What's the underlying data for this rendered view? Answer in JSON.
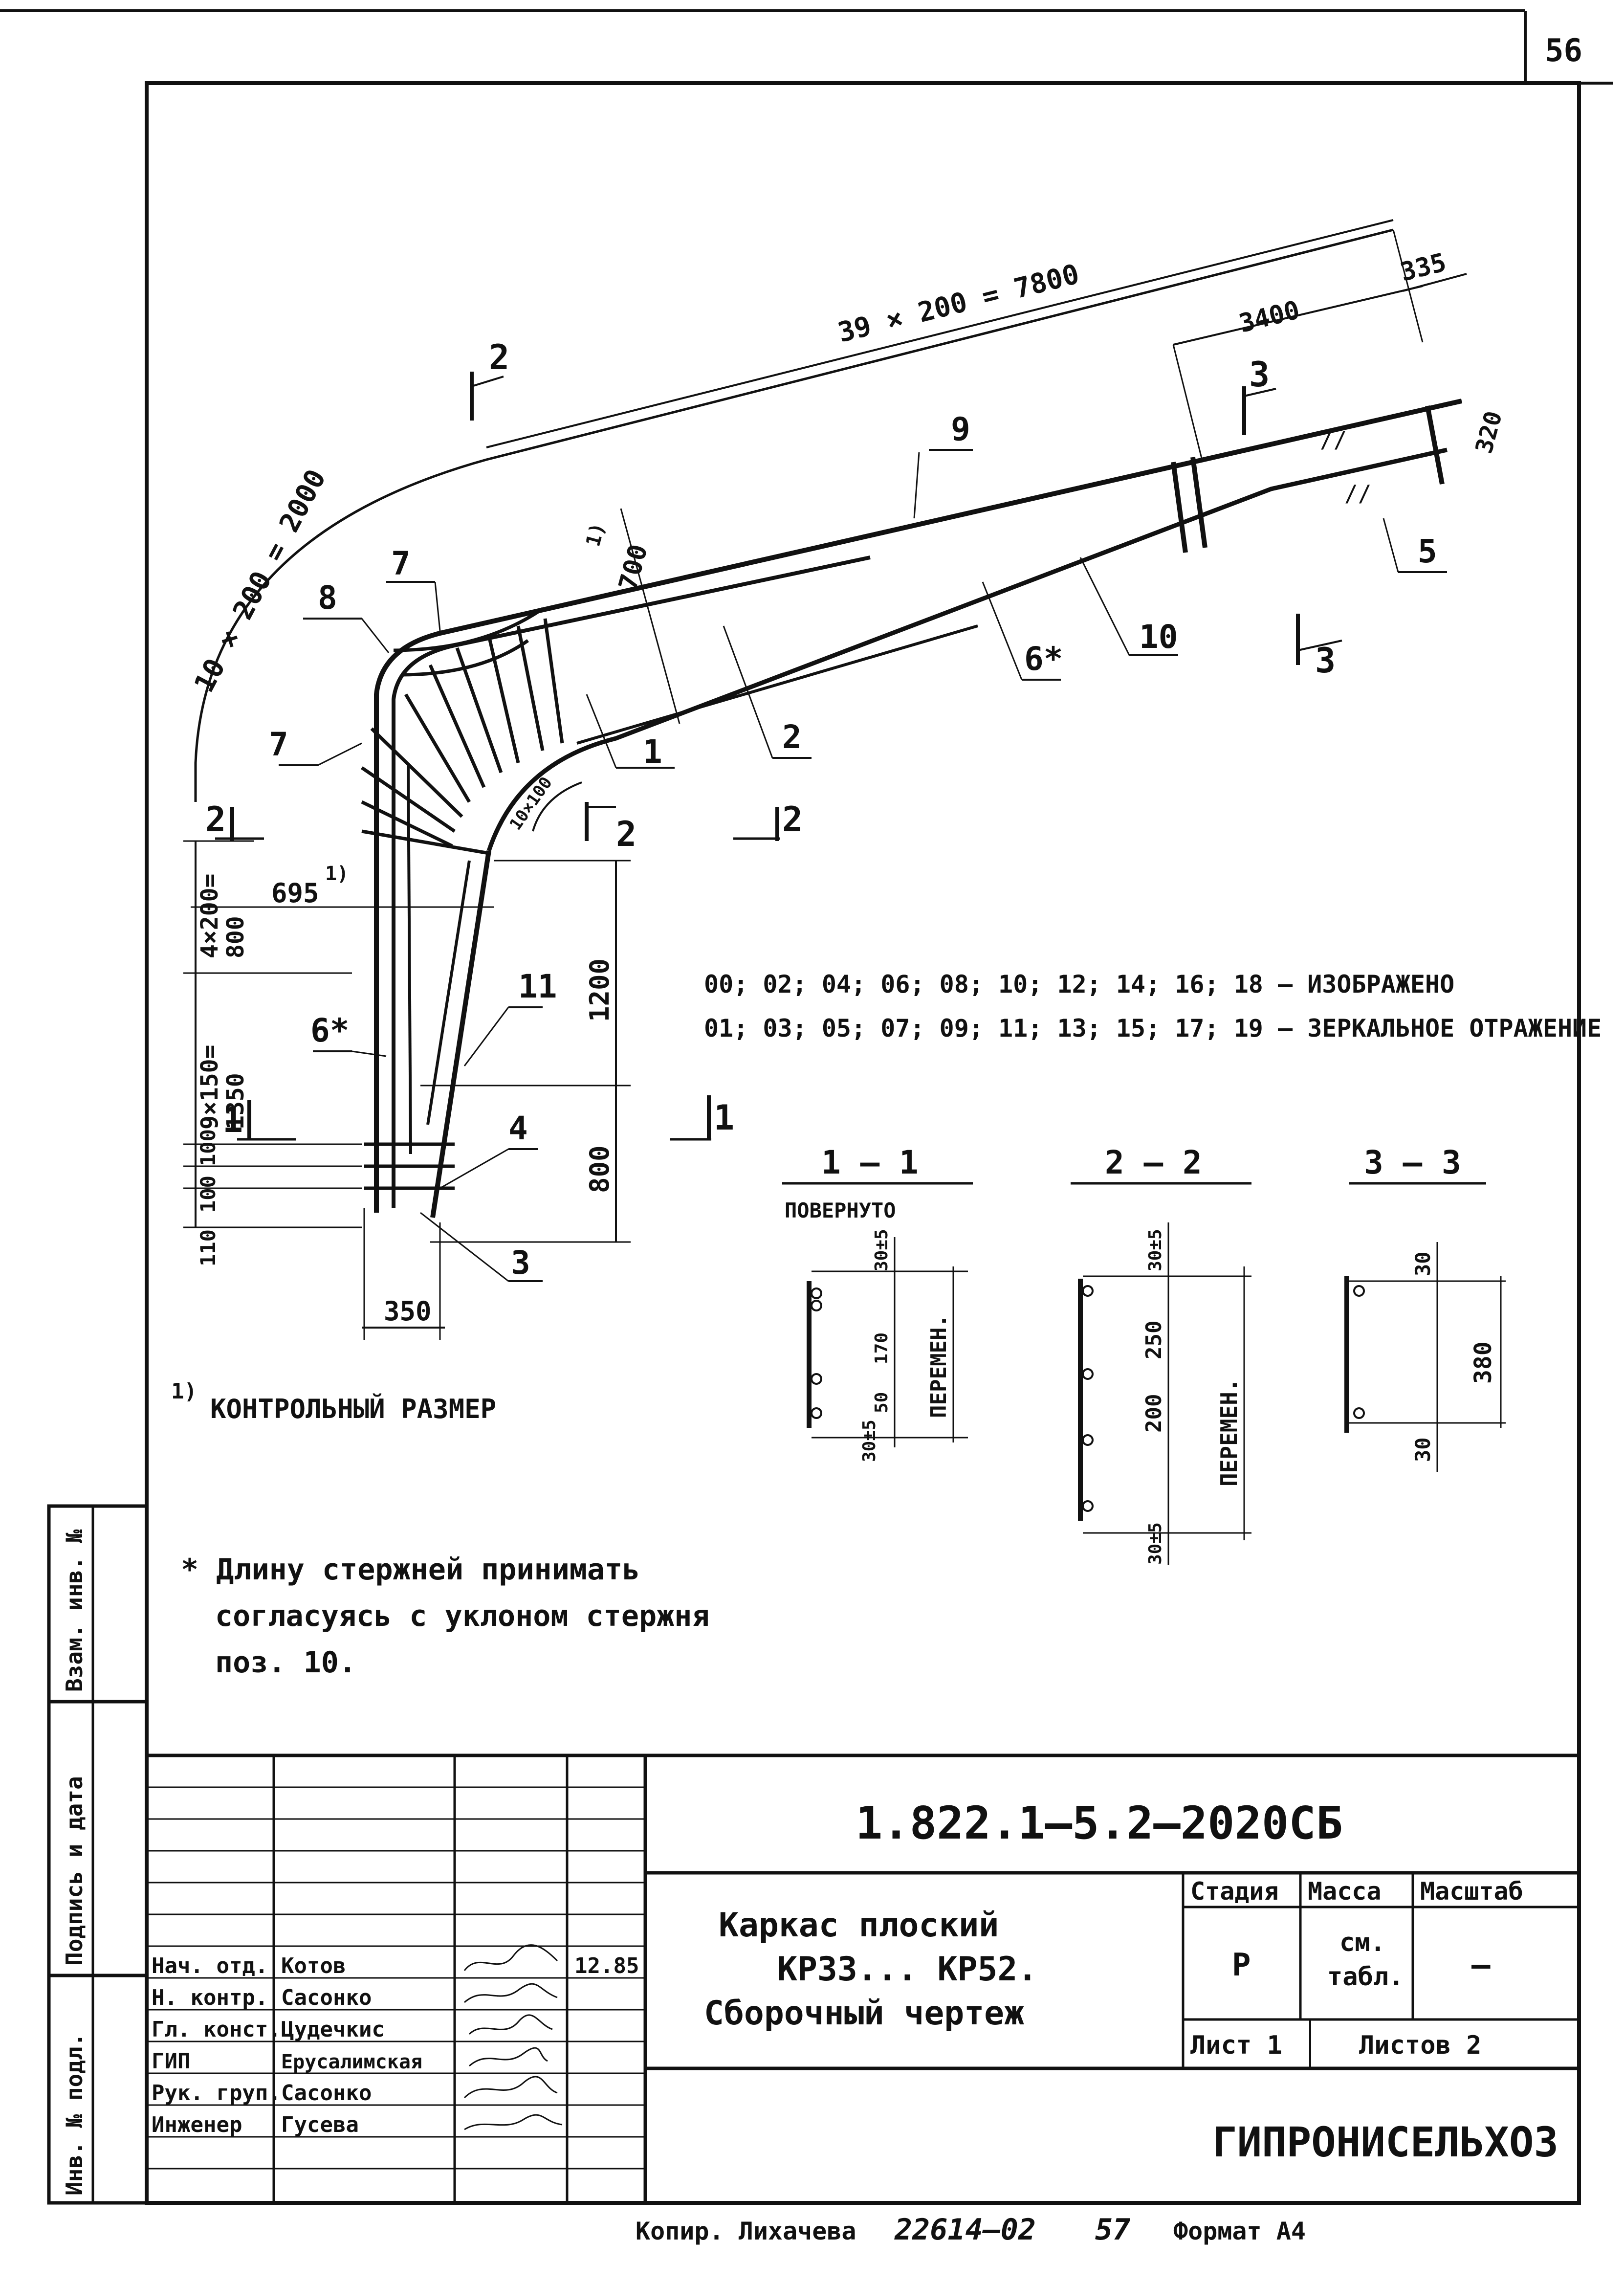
{
  "sheet_number": "56",
  "dimensions": {
    "top_run": "39 × 200 = 7800",
    "end_segment": "3400",
    "end_gap": "335",
    "bend_arc": "10 × 200 = 2000",
    "depth_control": "700",
    "depth_control_note": "1)",
    "end_depth": "320",
    "inner_arc": "10×100",
    "vertical_800": "4×200=\n800",
    "vertical_1350": "9×150=\n1350",
    "spacing_100": "100",
    "spacing_100b": "100",
    "spacing_110": "110",
    "control_695": "695",
    "control_695_note": "1)",
    "right_1200": "1200",
    "right_800": "800",
    "bottom_350": "350"
  },
  "positions": {
    "p1": "1",
    "p2": "2",
    "p3": "3",
    "p4": "4",
    "p5": "5",
    "p6a": "6*",
    "p6b": "6*",
    "p7a": "7",
    "p7b": "7",
    "p8": "8",
    "p9": "9",
    "p10": "10",
    "p11": "11"
  },
  "section_marks": {
    "s1": "1",
    "s2": "2",
    "s3": "3"
  },
  "variants": {
    "shown": "00; 02; 04; 06; 08; 10; 12; 14; 16; 18 – ИЗОБРАЖЕНО",
    "mirrored": "01; 03; 05; 07; 09; 11; 13; 15; 17; 19 – ЗЕРКАЛЬНОЕ ОТРАЖЕНИЕ"
  },
  "sections": {
    "s11_title": "1 – 1",
    "s11_sub": "ПОВЕРНУТО",
    "s11_dims": [
      "30±5",
      "170",
      "50",
      "30±5"
    ],
    "s11_var": "ПЕРЕМЕН.",
    "s22_title": "2 – 2",
    "s22_dims": [
      "30±5",
      "250",
      "200",
      "30±5"
    ],
    "s22_var": "ПЕРЕМЕН.",
    "s33_title": "3 – 3",
    "s33_dims": [
      "30",
      "380",
      "30"
    ]
  },
  "notes": {
    "control_mark": "1)",
    "control_text": "КОНТРОЛЬНЫЙ РАЗМЕР",
    "star_line1": "* Длину стержней принимать",
    "star_line2": "согласуясь с уклоном стержня",
    "star_line3": "поз. 10."
  },
  "side_stamps": {
    "vzam": "Взам. инв. №",
    "podpis": "Подпись и дата",
    "inv": "Инв. № подл."
  },
  "title_block": {
    "doc_code": "1.822.1–5.2–2020СБ",
    "title1": "Каркас плоский",
    "title2": "КР33... КР52.",
    "title3": "Сборочный чертеж",
    "stage_h": "Стадия",
    "mass_h": "Масса",
    "scale_h": "Масштаб",
    "stage": "Р",
    "mass1": "см.",
    "mass2": "табл.",
    "scale": "—",
    "sheet": "Лист 1",
    "sheets": "Листов 2",
    "org": "ГИПРОНИСЕЛЬХОЗ",
    "roles": [
      "Нач. отд.",
      "Н. контр.",
      "Гл. конст.",
      "ГИП",
      "Рук. груп.",
      "Инженер"
    ],
    "names": [
      "Котов",
      "Сасонко",
      "Цудечкис",
      "Ерусалимская",
      "Сасонко",
      "Гусева"
    ],
    "date": "12.85"
  },
  "footer": {
    "copier": "Копир. Лихачева",
    "order": "22614–02",
    "num": "57",
    "format": "Формат А4"
  }
}
